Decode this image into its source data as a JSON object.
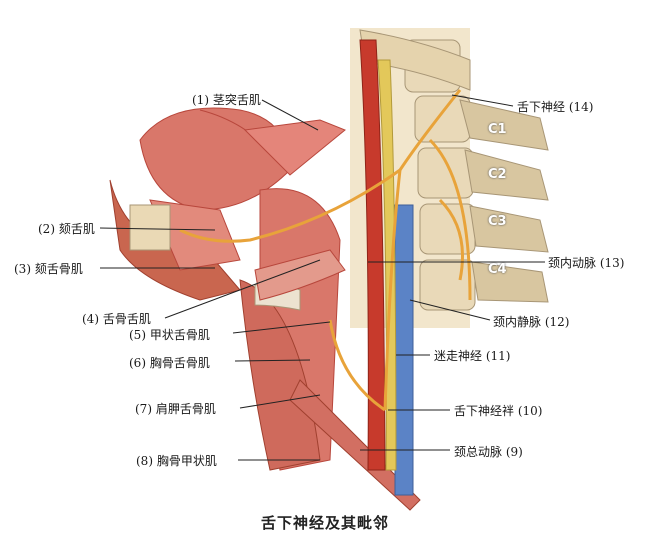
{
  "caption": "舌下神经及其毗邻",
  "labels": {
    "l1": "(1) 茎突舌肌",
    "l2": "(2) 颏舌肌",
    "l3": "(3) 颏舌骨肌",
    "l4": "(4) 舌骨舌肌",
    "l5": "(5) 甲状舌骨肌",
    "l6": "(6) 胸骨舌骨肌",
    "l7": "(7) 肩胛舌骨肌",
    "l8": "(8) 胸骨甲状肌",
    "l9": "颈总动脉 (9)",
    "l10": "舌下神经袢 (10)",
    "l11": "迷走神经 (11)",
    "l12": "颈内静脉 (12)",
    "l13": "颈内动脉 (13)",
    "l14": "舌下神经 (14)"
  },
  "vertebrae": [
    "C1",
    "C2",
    "C3",
    "C4"
  ],
  "colors": {
    "muscle": "#d9776a",
    "muscle_dark": "#b8473c",
    "nerve": "#e8a33a",
    "vein": "#5b83c6",
    "artery": "#c73a2c",
    "bone": "#e9d9b8",
    "leader": "#222222"
  }
}
